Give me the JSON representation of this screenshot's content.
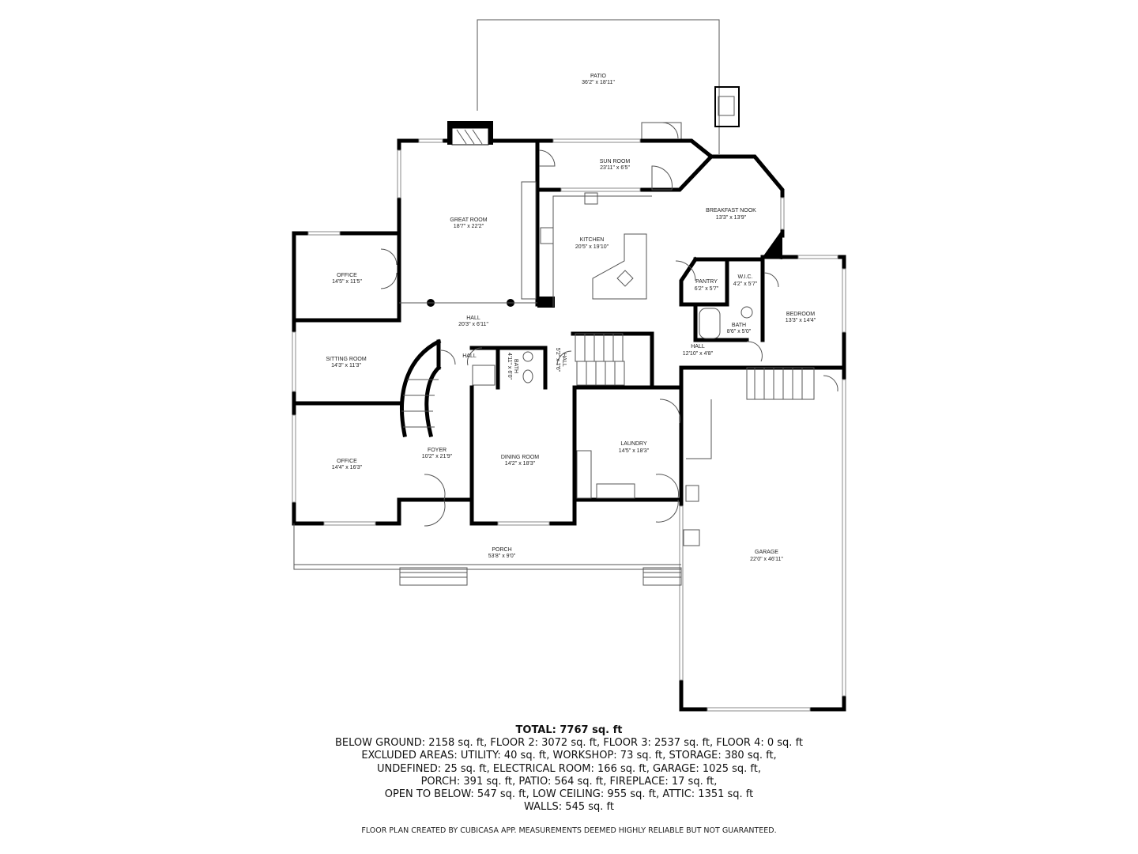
{
  "rooms": [
    {
      "name": "PATIO",
      "dims": "36'2\" x 18'11\""
    },
    {
      "name": "SUN ROOM",
      "dims": "23'11\" x 6'5\""
    },
    {
      "name": "GREAT ROOM",
      "dims": "18'7\" x 22'2\""
    },
    {
      "name": "BREAKFAST NOOK",
      "dims": "13'3\" x 13'9\""
    },
    {
      "name": "KITCHEN",
      "dims": "20'5\" x 19'10\""
    },
    {
      "name": "OFFICE",
      "dims": "14'5\" x 11'5\""
    },
    {
      "name": "PANTRY",
      "dims": "6'2\" x 5'7\""
    },
    {
      "name": "W.I.C.",
      "dims": "4'2\" x 5'7\""
    },
    {
      "name": "BEDROOM",
      "dims": "13'3\" x 14'4\""
    },
    {
      "name": "HALL",
      "dims": "20'3\" x 6'11\""
    },
    {
      "name": "BATH",
      "dims": "8'6\" x 5'0\""
    },
    {
      "name": "SITTING ROOM",
      "dims": "14'3\" x 11'3\""
    },
    {
      "name": "HALL",
      "dims": ""
    },
    {
      "name": "BATH",
      "dims": "4'11\" x 6'0\""
    },
    {
      "name": "HALL",
      "dims": "5'2\" x 7'6\""
    },
    {
      "name": "HALL",
      "dims": "12'10\" x 4'8\""
    },
    {
      "name": "FOYER",
      "dims": "10'2\" x 21'9\""
    },
    {
      "name": "DINING ROOM",
      "dims": "14'2\" x 18'3\""
    },
    {
      "name": "LAUNDRY",
      "dims": "14'5\" x 18'3\""
    },
    {
      "name": "OFFICE",
      "dims": "14'4\" x 16'3\""
    },
    {
      "name": "PORCH",
      "dims": "53'8\" x 9'0\""
    },
    {
      "name": "GARAGE",
      "dims": "22'0\" x 46'11\""
    }
  ],
  "summary": {
    "total": "TOTAL: 7767 sq. ft",
    "lines": [
      "BELOW GROUND: 2158 sq. ft, FLOOR 2: 3072 sq. ft, FLOOR 3: 2537 sq. ft, FLOOR 4: 0 sq. ft",
      "EXCLUDED AREAS: UTILITY: 40 sq. ft, WORKSHOP: 73 sq. ft, STORAGE: 380 sq. ft,",
      "UNDEFINED: 25 sq. ft, ELECTRICAL ROOM: 166 sq. ft, GARAGE: 1025 sq. ft,",
      "PORCH: 391 sq. ft, PATIO: 564 sq. ft, FIREPLACE: 17 sq. ft,",
      "OPEN TO BELOW: 547 sq. ft, LOW CEILING: 955 sq. ft, ATTIC: 1351 sq. ft",
      "WALLS: 545 sq. ft"
    ]
  },
  "credit": "FLOOR PLAN CREATED BY CUBICASA APP. MEASUREMENTS DEEMED HIGHLY RELIABLE BUT NOT GUARANTEED."
}
